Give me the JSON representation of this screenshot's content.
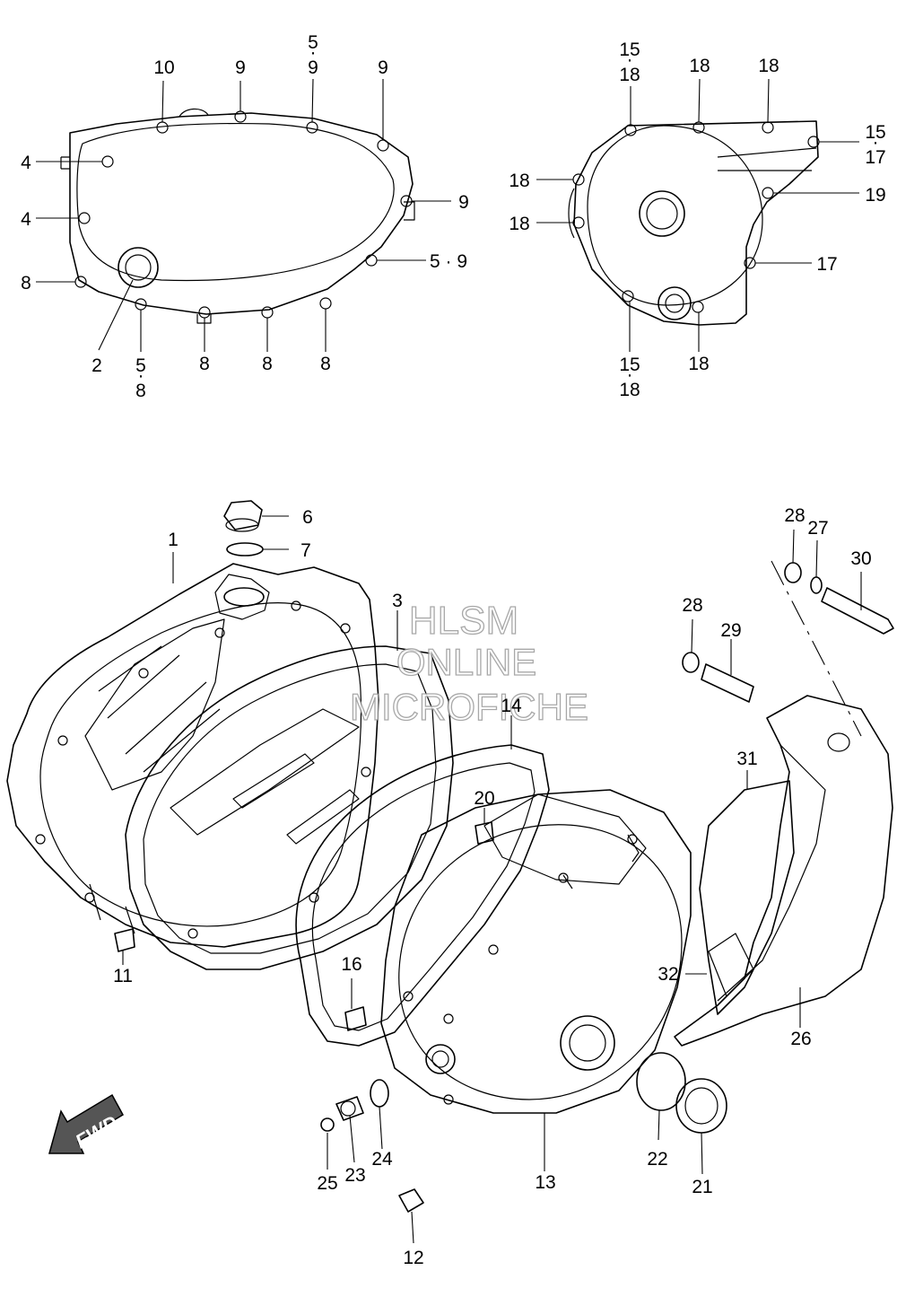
{
  "watermark": {
    "line1": "HLSM",
    "line2": "ONLINE",
    "line3": "MICROFICHE"
  },
  "fwd_label": "FWD",
  "icons": {
    "fwd_arrow": "fwd-arrow-icon"
  },
  "callouts": {
    "c10": "10",
    "c9a": "9",
    "c5_9a": "5\n9",
    "c9b": "9",
    "c4a": "4",
    "c4b": "4",
    "c9c": "9",
    "c8a": "8",
    "c5_9b": "5 · 9",
    "c2": "2",
    "c5_8": "5\n8",
    "c8b": "8",
    "c8c": "8",
    "c8d": "8",
    "c15_18a": "15\n18",
    "c18a": "18",
    "c18b": "18",
    "c15_17": "15\n17",
    "c18c": "18",
    "c19": "19",
    "c18d": "18",
    "c17": "17",
    "c15_18b": "15\n18",
    "c18e": "18",
    "c6": "6",
    "c7": "7",
    "c1": "1",
    "c3": "3",
    "c14": "14",
    "c20": "20",
    "c11": "11",
    "c16": "16",
    "c25": "25",
    "c23": "23",
    "c24": "24",
    "c12": "12",
    "c13": "13",
    "c22": "22",
    "c21": "21",
    "c28a": "28",
    "c27": "27",
    "c30": "30",
    "c28b": "28",
    "c29": "29",
    "c31": "31",
    "c32": "32",
    "c26": "26"
  }
}
